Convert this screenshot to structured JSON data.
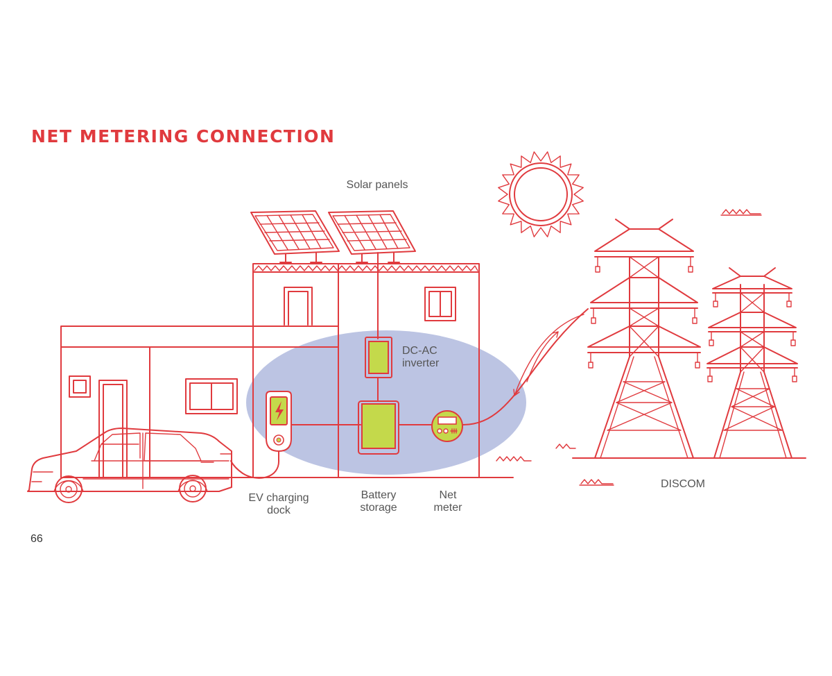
{
  "title": "NET METERING CONNECTION",
  "labels": {
    "solar_panels": "Solar panels",
    "inverter": "DC-AC\ninverter",
    "ev_dock": "EV charging\ndock",
    "battery": "Battery\nstorage",
    "net_meter": "Net\nmeter",
    "discom": "DISCOM"
  },
  "page_number": "66",
  "colors": {
    "line": "#e03a3e",
    "accent_green": "#c4d94b",
    "highlight": "#bcc4e3",
    "title": "#e03a3e"
  }
}
